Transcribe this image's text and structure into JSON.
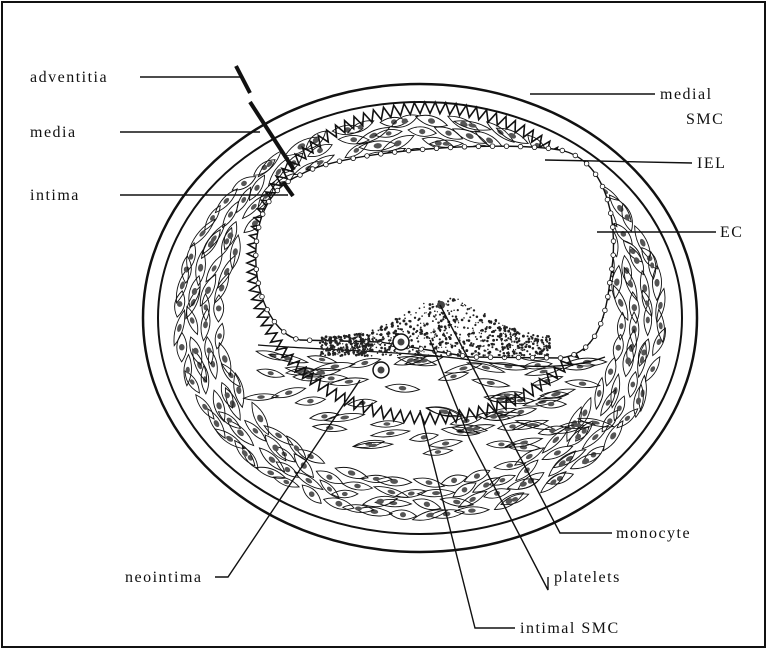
{
  "labels": {
    "adventitia": "adventitia",
    "media": "media",
    "intima": "intima",
    "medial_smc_1": "medial",
    "medial_smc_2": "SMC",
    "iel": "IEL",
    "ec": "EC",
    "monocyte": "monocyte",
    "neointima": "neointima",
    "platelets": "platelets",
    "intimal_smc": "intimal SMC"
  },
  "colors": {
    "ink": "#111111",
    "background": "#ffffff",
    "nucleus": "#555555"
  }
}
